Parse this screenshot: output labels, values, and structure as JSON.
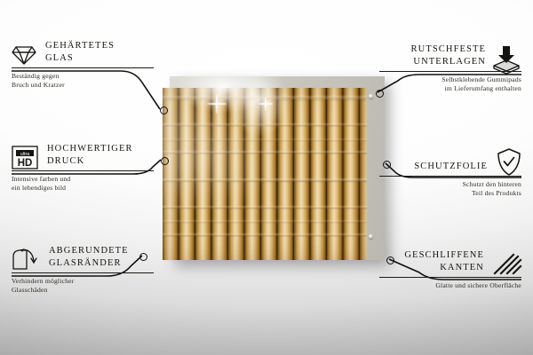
{
  "product": {
    "name": "bamboo-wall-panel-print",
    "image_subject": "vertical bamboo poles texture",
    "backing_color": "#c9c8bf",
    "bamboo_colors": [
      "#6b4a1c",
      "#c59a49",
      "#e3c78e",
      "#f0dcb4",
      "#9c6f2b"
    ]
  },
  "background": {
    "top_color": "#ffffff",
    "bottom_color": "#ababab"
  },
  "features": [
    {
      "id": "tempered-glass",
      "icon": "diamond-icon",
      "title_line1": "GEHÄRTETES",
      "title_line2": "GLAS",
      "sub_line1": "Beständig gegen",
      "sub_line2": "Bruch und Kratzer",
      "side": "left"
    },
    {
      "id": "high-quality-print",
      "icon": "ultra-hd-icon",
      "icon_label_top": "ultra",
      "icon_label_bottom": "HD",
      "title_line1": "HOCHWERTIGER",
      "title_line2": "DRUCK",
      "sub_line1": "Intensive farben und",
      "sub_line2": "ein lebendiges bild",
      "side": "left"
    },
    {
      "id": "rounded-glass-edges",
      "icon": "rounded-corner-icon",
      "title_line1": "ABGERUNDETE",
      "title_line2": "GLASRÄNDER",
      "sub_line1": "Verhindern möglicher",
      "sub_line2": "Glasschäden",
      "side": "left"
    },
    {
      "id": "non-slip-pads",
      "icon": "press-pad-icon",
      "title_line1": "RUTSCHFESTE",
      "title_line2": "UNTERLAGEN",
      "sub_line1": "Selbstklebende Gummipads",
      "sub_line2": "im Lieferumfang enthalten",
      "side": "right"
    },
    {
      "id": "protective-film",
      "icon": "shield-check-icon",
      "title_line1": "SCHUTZFOLIE",
      "title_line2": "",
      "sub_line1": "Schutzt den hinteren",
      "sub_line2": "Teil des Produkts",
      "side": "right"
    },
    {
      "id": "polished-edges",
      "icon": "hatch-lines-icon",
      "title_line1": "GESCHLIFFENE",
      "title_line2": "KANTEN",
      "sub_line1": "Glatte und sichere Oberfläche",
      "sub_line2": "",
      "side": "right"
    }
  ]
}
